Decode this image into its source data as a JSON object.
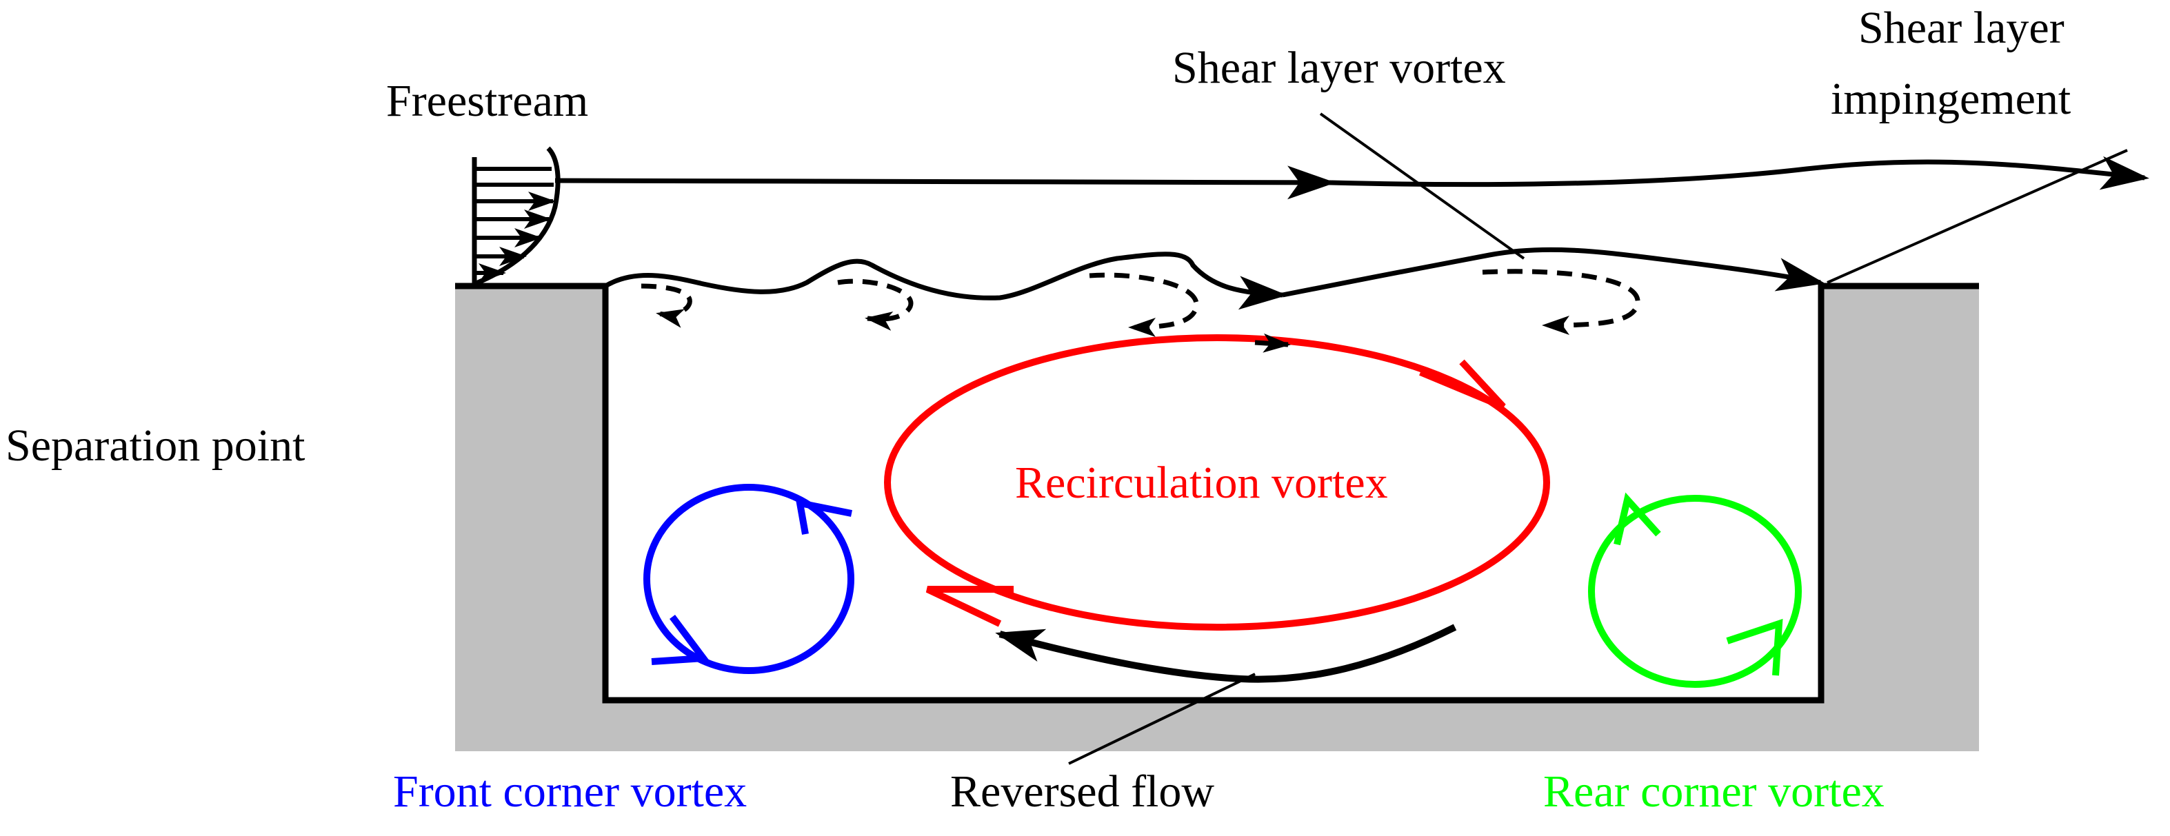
{
  "labels": {
    "freestream": "Freestream",
    "shear_layer_vortex": "Shear layer vortex",
    "shear_layer_impingement_line1": "Shear layer",
    "shear_layer_impingement_line2": "impingement",
    "separation_point": "Separation point",
    "recirculation_vortex": "Recirculation vortex",
    "front_corner_vortex": "Front corner vortex",
    "reversed_flow": "Reversed flow",
    "rear_corner_vortex": "Rear corner vortex"
  },
  "colors": {
    "wall": "#c0c0c0",
    "line": "#000000",
    "recirculation": "#ff0000",
    "front_corner": "#0000ff",
    "rear_corner": "#00ff00"
  }
}
